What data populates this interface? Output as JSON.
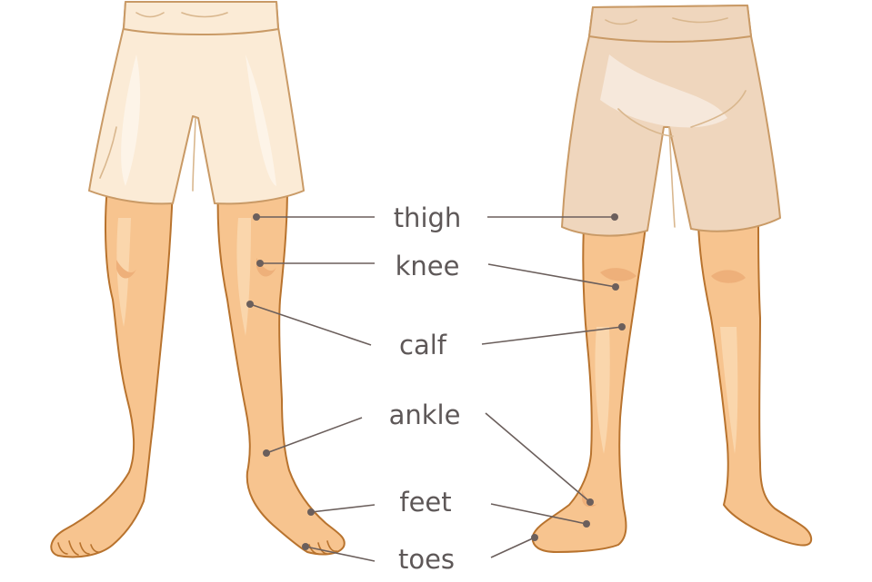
{
  "labels": {
    "thigh": "thigh",
    "knee": "knee",
    "calf": "calf",
    "ankle": "ankle",
    "feet": "feet",
    "toes": "toes"
  },
  "colors": {
    "skin": "#f7c48f",
    "skin_outline": "#b8732e",
    "shorts_front": "#fbebd6",
    "shorts_back": "#efd6bd",
    "label_text": "#5e5858",
    "leader_line": "#6b5f5c"
  }
}
